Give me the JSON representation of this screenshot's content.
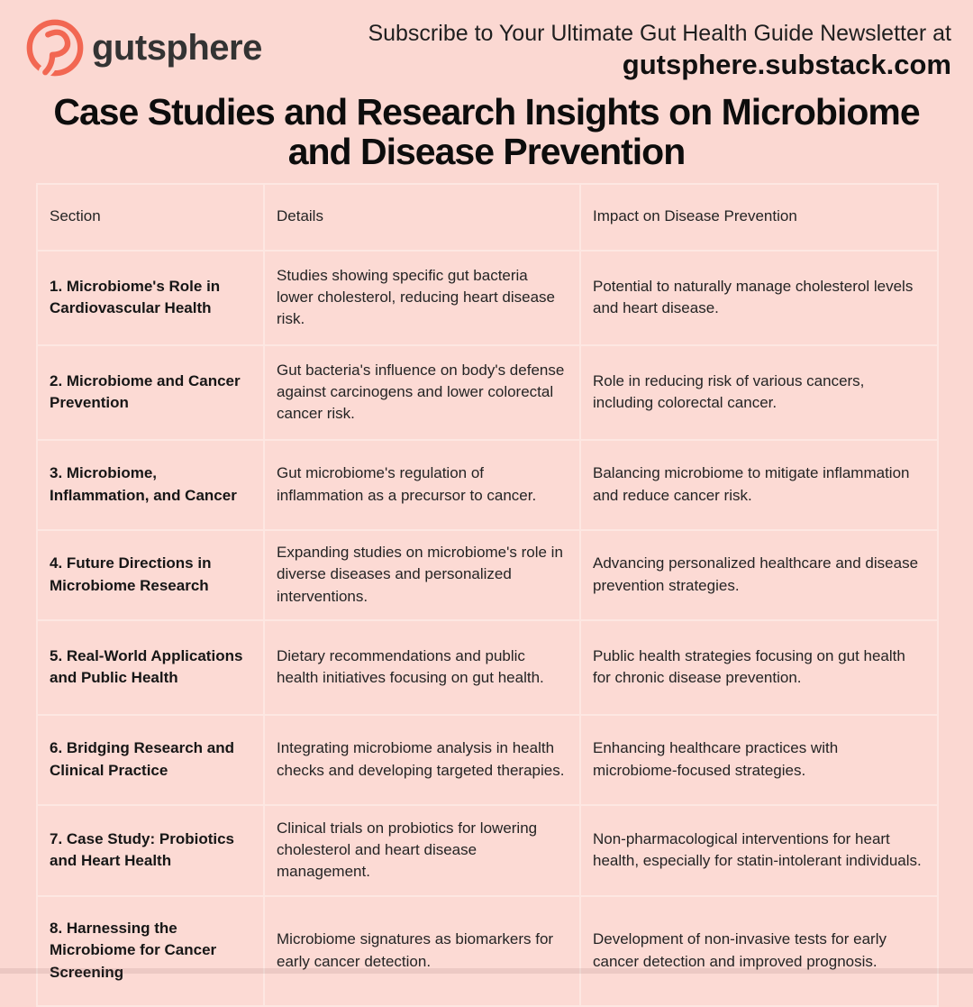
{
  "colors": {
    "background": "#fbd8d2",
    "accent": "#f26752",
    "cell": "#fcdad4",
    "text": "#242424"
  },
  "header": {
    "brand": "gutsphere",
    "subscribe_line1": "Subscribe to Your Ultimate Gut Health Guide Newsletter at",
    "subscribe_line2": "gutsphere.substack.com"
  },
  "title": {
    "line1": "Case Studies and Research Insights on Microbiome",
    "line2": "and Disease Prevention"
  },
  "table": {
    "columns": [
      "Section",
      "Details",
      "Impact on Disease Prevention"
    ],
    "rows": [
      {
        "section": "1. Microbiome's Role in Cardiovascular Health",
        "details": "Studies showing specific gut bacteria lower cholesterol, reducing heart disease risk.",
        "impact": "Potential to naturally manage cholesterol levels and heart disease."
      },
      {
        "section": "2. Microbiome and Cancer Prevention",
        "details": "Gut bacteria's influence on body's defense against carcinogens and lower colorectal cancer risk.",
        "impact": "Role in reducing risk of various cancers, including colorectal cancer."
      },
      {
        "section": "3. Microbiome, Inflammation, and Cancer",
        "details": "Gut microbiome's regulation of inflammation as a precursor to cancer.",
        "impact": "Balancing microbiome to mitigate inflammation and reduce cancer risk."
      },
      {
        "section": "4. Future Directions in Microbiome Research",
        "details": "Expanding studies on microbiome's role in diverse diseases and personalized interventions.",
        "impact": "Advancing personalized healthcare and disease prevention strategies."
      },
      {
        "section": "5. Real-World Applications and Public Health",
        "details": "Dietary recommendations and public health initiatives focusing on gut health.",
        "impact": "Public health strategies focusing on gut health for chronic disease prevention."
      },
      {
        "section": "6. Bridging Research and Clinical Practice",
        "details": "Integrating microbiome analysis in health checks and developing targeted therapies.",
        "impact": "Enhancing healthcare practices with microbiome-focused strategies."
      },
      {
        "section": "7. Case Study: Probiotics and Heart Health",
        "details": "Clinical trials on probiotics for lowering cholesterol and heart disease management.",
        "impact": "Non-pharmacological interventions for heart health, especially for statin-intolerant individuals."
      },
      {
        "section": "8. Harnessing the Microbiome for Cancer Screening",
        "details": "Microbiome signatures as biomarkers for early cancer detection.",
        "impact": "Development of non-invasive tests for early cancer detection and improved prognosis."
      }
    ]
  }
}
